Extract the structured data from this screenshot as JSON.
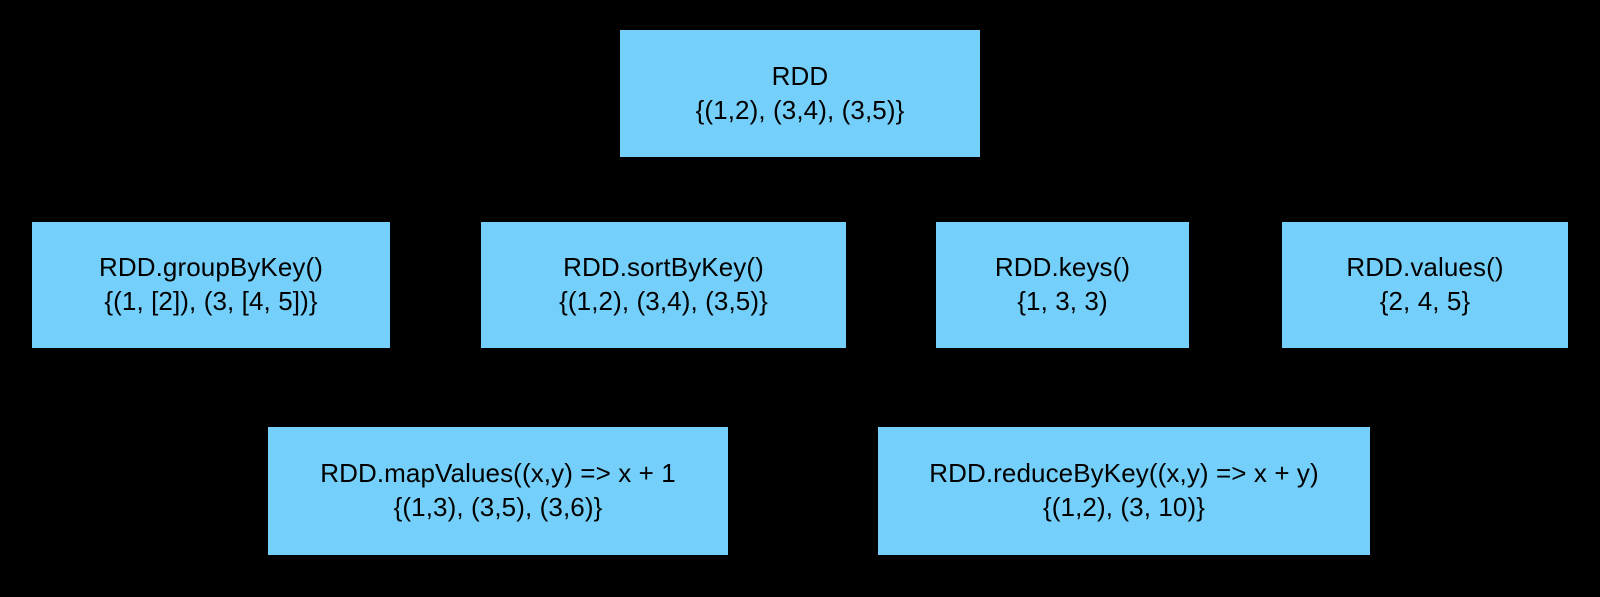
{
  "diagram": {
    "background_color": "#000000",
    "node_fill_color": "#74d0fb",
    "node_text_color": "#000000",
    "nodes": [
      {
        "id": "rdd-root",
        "title": "RDD",
        "value": "{(1,2), (3,4), (3,5)}"
      },
      {
        "id": "rdd-groupbykey",
        "title": "RDD.groupByKey()",
        "value": "{(1, [2]), (3, [4, 5])}"
      },
      {
        "id": "rdd-sortbykey",
        "title": "RDD.sortByKey()",
        "value": "{(1,2), (3,4), (3,5)}"
      },
      {
        "id": "rdd-keys",
        "title": "RDD.keys()",
        "value": "{1, 3, 3)"
      },
      {
        "id": "rdd-values",
        "title": "RDD.values()",
        "value": "{2, 4, 5}"
      },
      {
        "id": "rdd-mapvalues",
        "title": "RDD.mapValues((x,y) => x + 1",
        "value": "{(1,3), (3,5), (3,6)}"
      },
      {
        "id": "rdd-reducebykey",
        "title": "RDD.reduceByKey((x,y) => x + y)",
        "value": "{(1,2), (3, 10)}"
      }
    ]
  }
}
